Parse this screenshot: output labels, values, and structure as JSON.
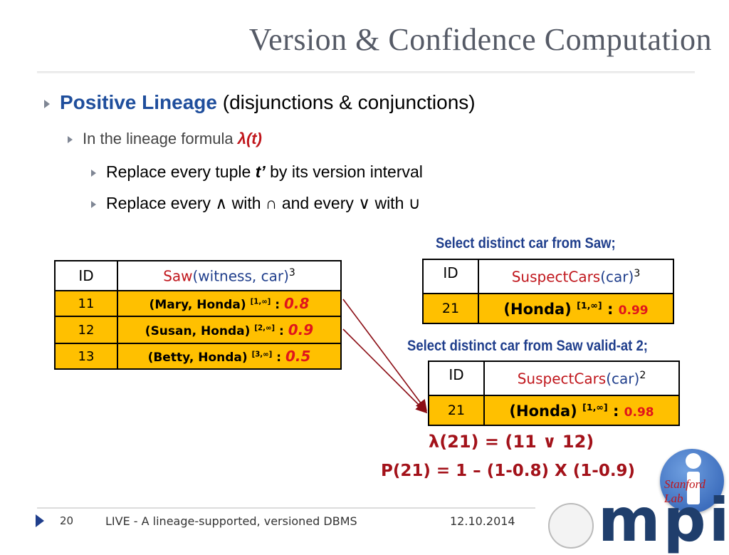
{
  "slide": {
    "title": "Version & Confidence Computation",
    "bullets": {
      "b1_strong": "Positive Lineage",
      "b1_rest": " (disjunctions & conjunctions)",
      "b2_text": "In the lineage formula ",
      "b2_formula": "λ(t)",
      "b3a_pre": "Replace every tuple ",
      "b3a_t": "t’",
      "b3a_post": " by its version interval",
      "b3b_text": "Replace every ∧ with ∩ and every ∨ with ∪"
    },
    "queries": {
      "q1": "Select distinct car from Saw;",
      "q2": "Select distinct car from Saw valid-at 2;"
    },
    "formulas": {
      "lineage": "λ(21) = (11 ∨ 12)",
      "probability": "P(21) = 1 – (1-0.8) X (1-0.9)"
    },
    "footer": {
      "page": "20",
      "text": "LIVE - A lineage-supported, versioned DBMS",
      "date": "12.10.2014"
    }
  },
  "saw_table": {
    "id_header": "ID",
    "name": "Saw",
    "args": "(witness, car)",
    "sup": "3",
    "rows": [
      {
        "id": "11",
        "tuple": "(Mary, Honda)",
        "interval": "[1,∞]",
        "sep": ":",
        "conf": "0.8"
      },
      {
        "id": "12",
        "tuple": "(Susan, Honda)",
        "interval": "[2,∞]",
        "sep": ":",
        "conf": "0.9"
      },
      {
        "id": "13",
        "tuple": "(Betty, Honda)",
        "interval": "[3,∞]",
        "sep": ":",
        "conf": "0.5"
      }
    ]
  },
  "suspect1": {
    "id_header": "ID",
    "name": "SuspectCars",
    "args": "(car)",
    "sup": "3",
    "row": {
      "id": "21",
      "tuple": "(Honda)",
      "interval": "[1,∞]",
      "sep": ":",
      "conf": "0.99"
    }
  },
  "suspect2": {
    "id_header": "ID",
    "name": "SuspectCars",
    "args": "(car)",
    "sup": "2",
    "row": {
      "id": "21",
      "tuple": "(Honda)",
      "interval": "[1,∞]",
      "sep": ":",
      "conf": "0.98"
    }
  },
  "logos": {
    "lab_text": "Stanford Lab",
    "mpi_text": "mpi"
  },
  "colors": {
    "table_fill": "#ffc000",
    "title_gray": "#555a66",
    "accent_blue": "#1f4e9c",
    "dark_red": "#a3121a",
    "conf_red": "#e0151c"
  }
}
